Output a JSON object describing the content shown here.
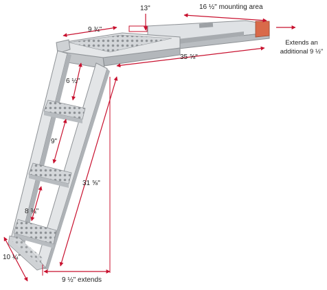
{
  "colors": {
    "dimension_line": "#c8102e",
    "steel_light": "#e6e8ea",
    "steel_mid": "#c7cacd",
    "steel_dark": "#9a9ea2",
    "bracket_red": "#d96a4a"
  },
  "labels": {
    "platform_depth": "13\"",
    "mounting_area": "16 ½\" mounting area",
    "platform_width": "9 ¾\"",
    "overall_length": "35 ⅝\"",
    "extends_additional_line1": "Extends an",
    "extends_additional_line2": "additional 9 ½\"",
    "top_step_spacing": "6 ½\"",
    "middle_step_spacing": "9\"",
    "ladder_length": "31 ⅝\"",
    "lower_step_spacing": "8 ¾\"",
    "foot_width": "10 ¼\"",
    "ladder_extends": "9 ½\" extends"
  }
}
